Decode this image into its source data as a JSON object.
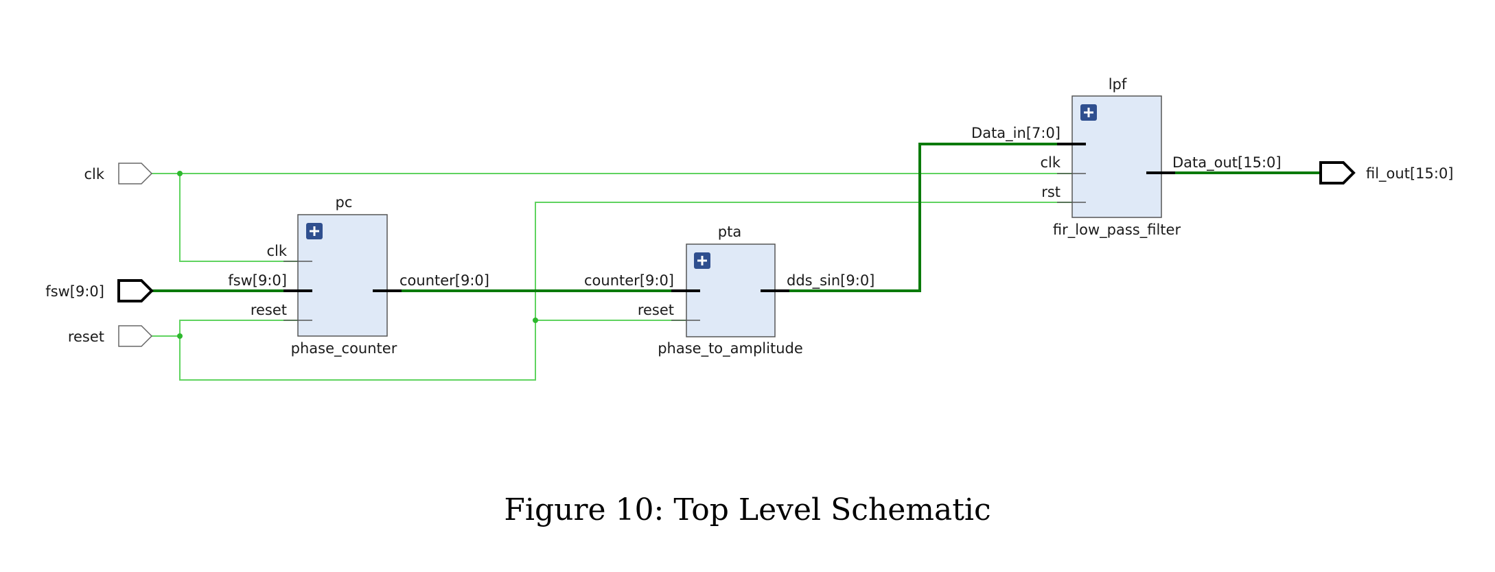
{
  "ports": {
    "clk": "clk",
    "fsw": "fsw[9:0]",
    "reset": "reset",
    "fil_out": "fil_out[15:0]"
  },
  "blocks": {
    "pc": {
      "instance": "pc",
      "module": "phase_counter",
      "pins": {
        "clk": "clk",
        "fsw": "fsw[9:0]",
        "reset": "reset",
        "counter": "counter[9:0]"
      }
    },
    "pta": {
      "instance": "pta",
      "module": "phase_to_amplitude",
      "pins": {
        "counter": "counter[9:0]",
        "reset": "reset",
        "dds_sin": "dds_sin[9:0]"
      }
    },
    "lpf": {
      "instance": "lpf",
      "module": "fir_low_pass_filter",
      "pins": {
        "data_in": "Data_in[7:0]",
        "clk": "clk",
        "rst": "rst",
        "data_out": "Data_out[15:0]"
      }
    }
  },
  "caption": "Figure 10: Top Level Schematic",
  "colors": {
    "block_fill": "#dfe9f7",
    "wire": "#5fd35f",
    "bus": "#0a7a0a",
    "expand_icon": "#2f4f8f"
  }
}
